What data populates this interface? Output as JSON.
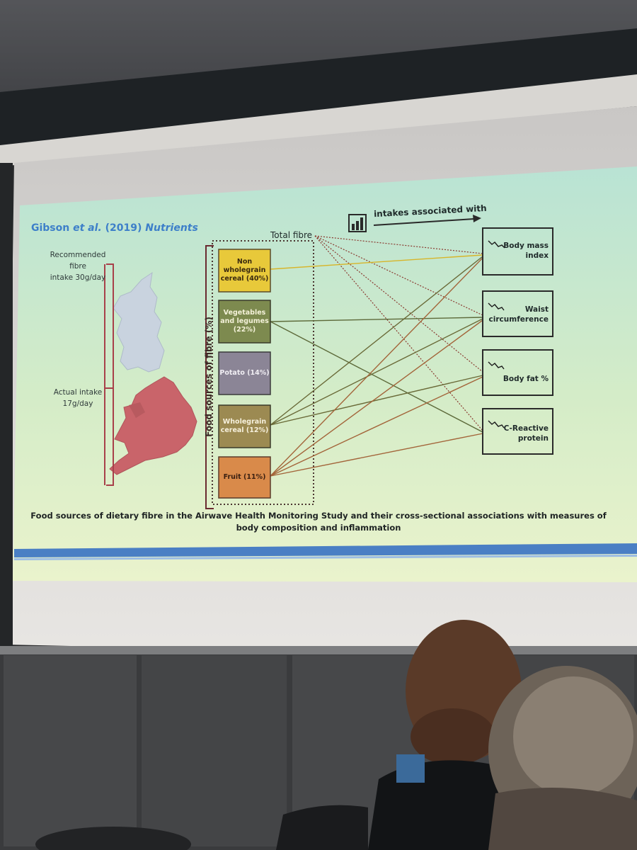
{
  "citation": {
    "authors": "Gibson",
    "etal": "et al.",
    "year": "(2019)",
    "journal": "Nutrients"
  },
  "map_labels": {
    "recommended": [
      "Recommended",
      "fibre",
      "intake 30g/day"
    ],
    "actual": [
      "Actual intake",
      "17g/day"
    ]
  },
  "axis_label": "Food sources of fibre (%)",
  "total_fibre": "Total fibre",
  "intakes_label": "intakes associated with",
  "sources": [
    {
      "lines": [
        "Non",
        "wholegrain",
        "cereal (40%)"
      ],
      "color": "#e8c93a"
    },
    {
      "lines": [
        "Vegetables",
        "and legumes",
        "(22%)"
      ],
      "color": "#7d8a4f"
    },
    {
      "lines": [
        "Potato (14%)"
      ],
      "color": "#8b8596"
    },
    {
      "lines": [
        "Wholegrain",
        "cereal (12%)"
      ],
      "color": "#9c8a52"
    },
    {
      "lines": [
        "Fruit (11%)"
      ],
      "color": "#d98a4a"
    }
  ],
  "outcomes": [
    {
      "lines": [
        "Body mass",
        "index"
      ]
    },
    {
      "lines": [
        "Waist",
        "circumference"
      ]
    },
    {
      "lines": [
        "Body fat %"
      ]
    },
    {
      "lines": [
        "C-Reactive",
        "protein"
      ]
    }
  ],
  "caption": [
    "Food sources of dietary fibre in the Airwave Health Monitoring Study and their cross-sectional associations with measures of",
    "body composition and inflammation"
  ],
  "colors": {
    "slide_top": "#bfe6cf",
    "slide_bottom": "#e7f2c8",
    "england": "#c9646a",
    "scotland": "#c9d3df",
    "blue_rule": "#4a7fc4",
    "citation": "#3d7fc9"
  }
}
